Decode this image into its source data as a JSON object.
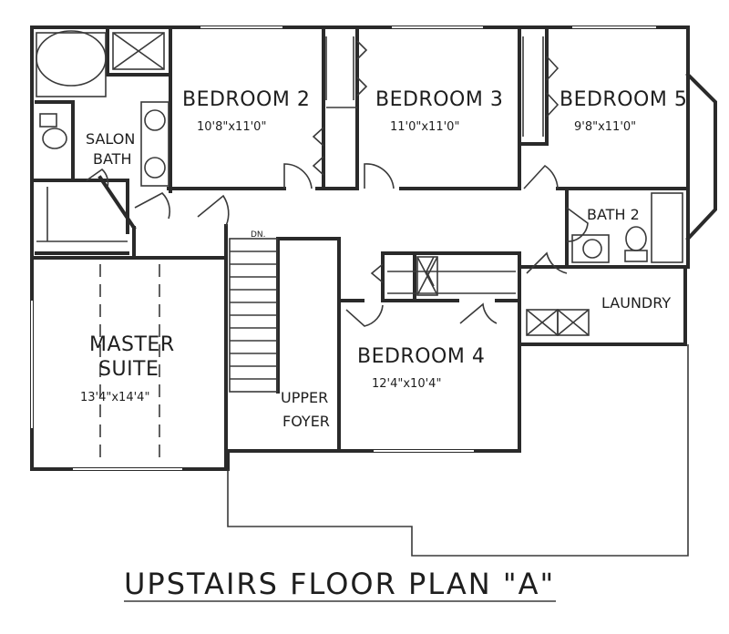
{
  "title": "UPSTAIRS FLOOR PLAN \"A\"",
  "rooms": {
    "bedroom2": {
      "name": "BEDROOM 2",
      "dims": "10'8\"x11'0\""
    },
    "bedroom3": {
      "name": "BEDROOM 3",
      "dims": "11'0\"x11'0\""
    },
    "bedroom5": {
      "name": "BEDROOM 5",
      "dims": "9'8\"x11'0\""
    },
    "bedroom4": {
      "name": "BEDROOM 4",
      "dims": "12'4\"x10'4\""
    },
    "master": {
      "name_line1": "MASTER",
      "name_line2": "SUITE",
      "dims": "13'4\"x14'4\""
    },
    "salon_bath": {
      "line1": "SALON",
      "line2": "BATH"
    },
    "bath2": {
      "name": "BATH 2"
    },
    "laundry": {
      "name": "LAUNDRY"
    },
    "upper_foyer": {
      "line1": "UPPER",
      "line2": "FOYER"
    },
    "stair": {
      "label": "DN."
    }
  }
}
